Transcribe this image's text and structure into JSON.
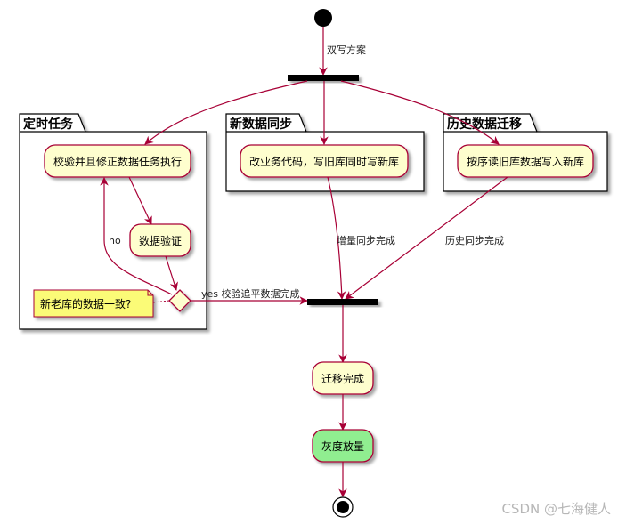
{
  "swimlanes": {
    "scheduled": "定时任务",
    "new_sync": "新数据同步",
    "history": "历史数据迁移"
  },
  "activities": {
    "verify_fix": "校验并且修正数据任务执行",
    "data_verify": "数据验证",
    "rewrite_code": "改业务代码，写旧库同时写新库",
    "read_write": "按序读旧库数据写入新库",
    "migration_done": "迁移完成",
    "gray_release": "灰度放量"
  },
  "edges": {
    "double_write": "双写方案",
    "no": "no",
    "yes": "yes 校验追平数据完成",
    "incremental": "增量同步完成",
    "history_sync": "历史同步完成"
  },
  "note": "新老库的数据一致?",
  "watermark": "CSDN @七海健人",
  "colors": {
    "activity_fill": "#FEFECE",
    "activity_border": "#A80036",
    "final_fill": "#90EE90",
    "note_fill": "#FBFB77",
    "arrow": "#A80036"
  }
}
